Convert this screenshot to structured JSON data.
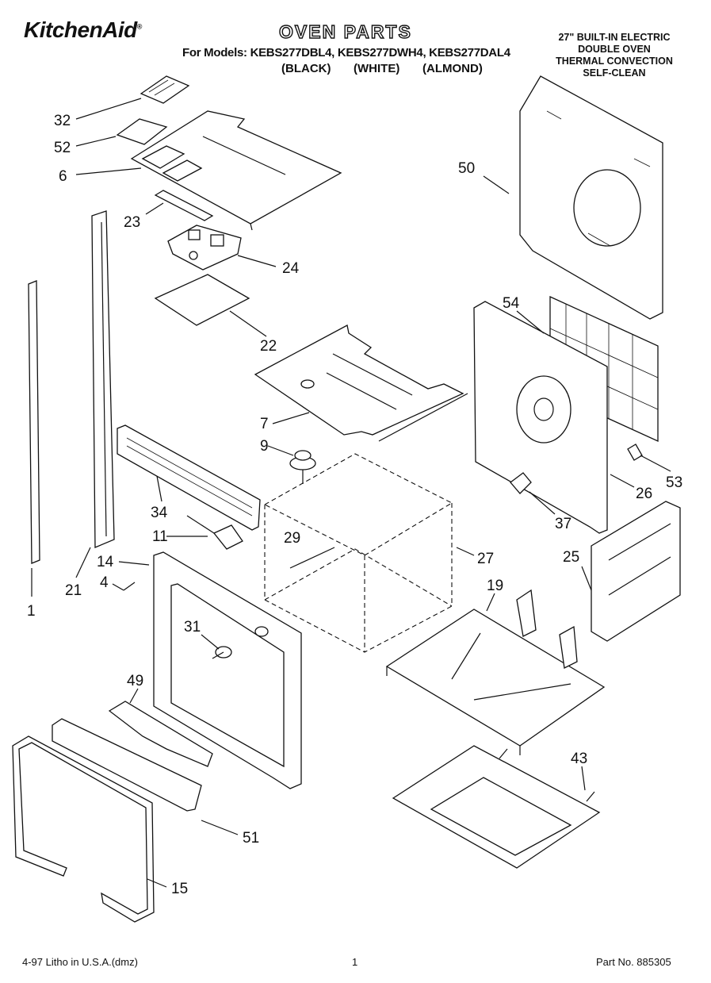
{
  "header": {
    "brand": "KitchenAid",
    "brand_mark": "®",
    "title": "OVEN PARTS",
    "models_line": "For Models: KEBS277DBL4, KEBS277DWH4, KEBS277DAL4",
    "color_black": "(BLACK)",
    "color_white": "(WHITE)",
    "color_almond": "(ALMOND)",
    "desc_lines": [
      "27\" BUILT-IN ELECTRIC",
      "DOUBLE OVEN",
      "THERMAL CONVECTION",
      "SELF-CLEAN"
    ]
  },
  "callouts": [
    "32",
    "52",
    "6",
    "23",
    "24",
    "22",
    "7",
    "9",
    "34",
    "11",
    "14",
    "4",
    "21",
    "1",
    "29",
    "27",
    "31",
    "49",
    "51",
    "15",
    "50",
    "54",
    "53",
    "26",
    "37",
    "25",
    "19",
    "43"
  ],
  "footer": {
    "left": "4-97 Litho in U.S.A.(dmz)",
    "page": "1",
    "part_no": "Part No. 885305"
  }
}
